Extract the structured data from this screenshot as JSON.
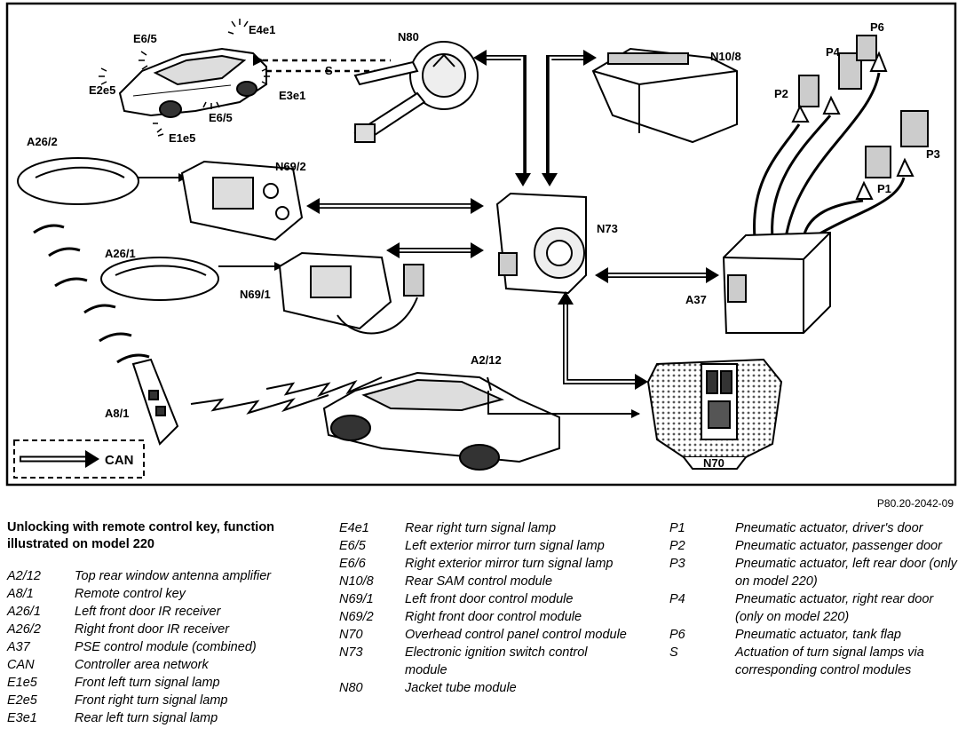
{
  "diagram": {
    "labels": {
      "e4e1": "E4e1",
      "e6_5_top": "E6/5",
      "e2e5": "E2e5",
      "e3e1": "E3e1",
      "e6_5_bottom": "E6/5",
      "e1e5": "E1e5",
      "s": "S",
      "n80": "N80",
      "n10_8": "N10/8",
      "p6": "P6",
      "p4": "P4",
      "p2": "P2",
      "p1": "P1",
      "p3": "P3",
      "a26_2": "A26/2",
      "n69_2": "N69/2",
      "n73": "N73",
      "a26_1": "A26/1",
      "n69_1": "N69/1",
      "a37": "A37",
      "a2_12": "A2/12",
      "a8_1": "A8/1",
      "n70": "N70",
      "can": "CAN"
    }
  },
  "reference": "P80.20-2042-09",
  "legend": {
    "title": "Unlocking with remote control key, function illustrated on model 220",
    "col1": [
      {
        "code": "A2/12",
        "desc": "Top rear window antenna amplifier"
      },
      {
        "code": "A8/1",
        "desc": "Remote control key"
      },
      {
        "code": "A26/1",
        "desc": "Left front door IR receiver"
      },
      {
        "code": "A26/2",
        "desc": "Right front door IR receiver"
      },
      {
        "code": "A37",
        "desc": "PSE control module (combined)"
      },
      {
        "code": "CAN",
        "desc": "Controller area network"
      },
      {
        "code": "E1e5",
        "desc": "Front left turn signal lamp"
      },
      {
        "code": "E2e5",
        "desc": "Front right turn signal lamp"
      },
      {
        "code": "E3e1",
        "desc": "Rear left turn signal lamp"
      }
    ],
    "col2": [
      {
        "code": "E4e1",
        "desc": "Rear right turn signal lamp"
      },
      {
        "code": "E6/5",
        "desc": "Left exterior mirror turn signal lamp"
      },
      {
        "code": "E6/6",
        "desc": "Right exterior mirror turn signal lamp"
      },
      {
        "code": "N10/8",
        "desc": "Rear SAM control module"
      },
      {
        "code": "N69/1",
        "desc": "Left front door control module"
      },
      {
        "code": "N69/2",
        "desc": "Right front door control module"
      },
      {
        "code": "N70",
        "desc": "Overhead control panel control module"
      },
      {
        "code": "N73",
        "desc": "Electronic ignition switch control module"
      },
      {
        "code": "N80",
        "desc": "Jacket tube module"
      }
    ],
    "col3": [
      {
        "code": "P1",
        "desc": "Pneumatic actuator, driver's door"
      },
      {
        "code": "P2",
        "desc": "Pneumatic actuator, passenger door"
      },
      {
        "code": "P3",
        "desc": "Pneumatic actuator, left rear door (only on model 220)"
      },
      {
        "code": "P4",
        "desc": "Pneumatic actuator, right rear door (only on model 220)"
      },
      {
        "code": "P6",
        "desc": "Pneumatic actuator, tank flap"
      },
      {
        "code": "S",
        "desc": "Actuation of turn signal lamps via corresponding control modules"
      }
    ]
  }
}
